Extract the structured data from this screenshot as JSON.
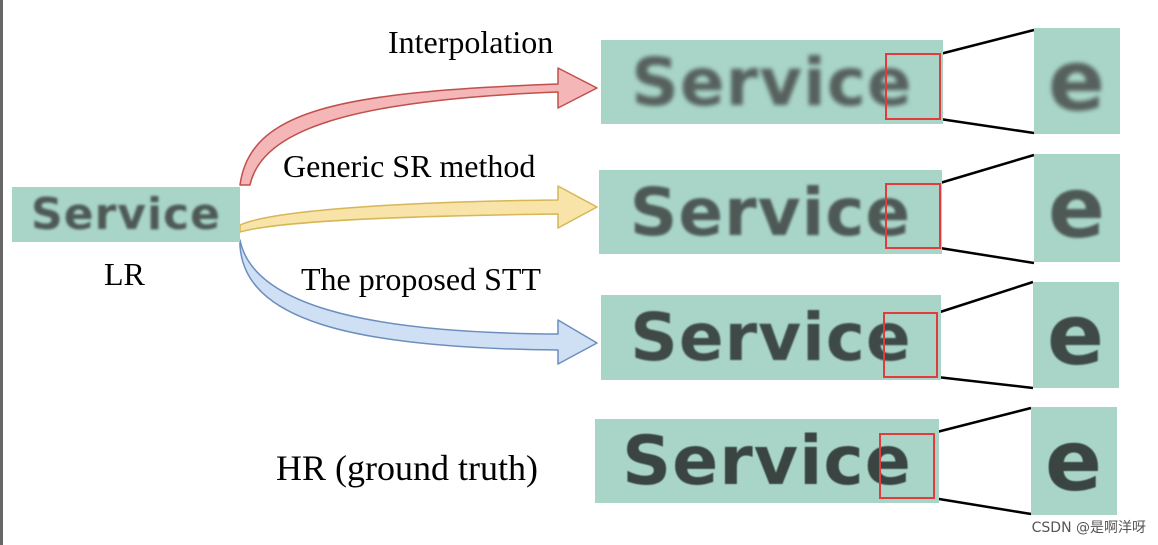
{
  "labels": {
    "lr": "LR",
    "interpolation": "Interpolation",
    "generic": "Generic SR method",
    "proposed": "The proposed STT",
    "hr": "HR (ground truth)"
  },
  "patches": {
    "lr_word": "Service",
    "interpolation_word": "Service",
    "generic_word": "Service",
    "proposed_word": "Service",
    "hr_word": "Service",
    "zoom_interpolation": "e",
    "zoom_generic": "e",
    "zoom_proposed": "e",
    "zoom_hr": "e"
  },
  "colors": {
    "interpolation_arrow": "#f4b6b6",
    "interpolation_stroke": "#c0504d",
    "generic_arrow": "#f8e4a8",
    "generic_stroke": "#d6b656",
    "proposed_arrow": "#cfe0f5",
    "proposed_stroke": "#6c8ebf",
    "text_background": "#a9d5c9",
    "highlight_box": "#e23b3b"
  },
  "watermark": "CSDN @是啊洋呀"
}
